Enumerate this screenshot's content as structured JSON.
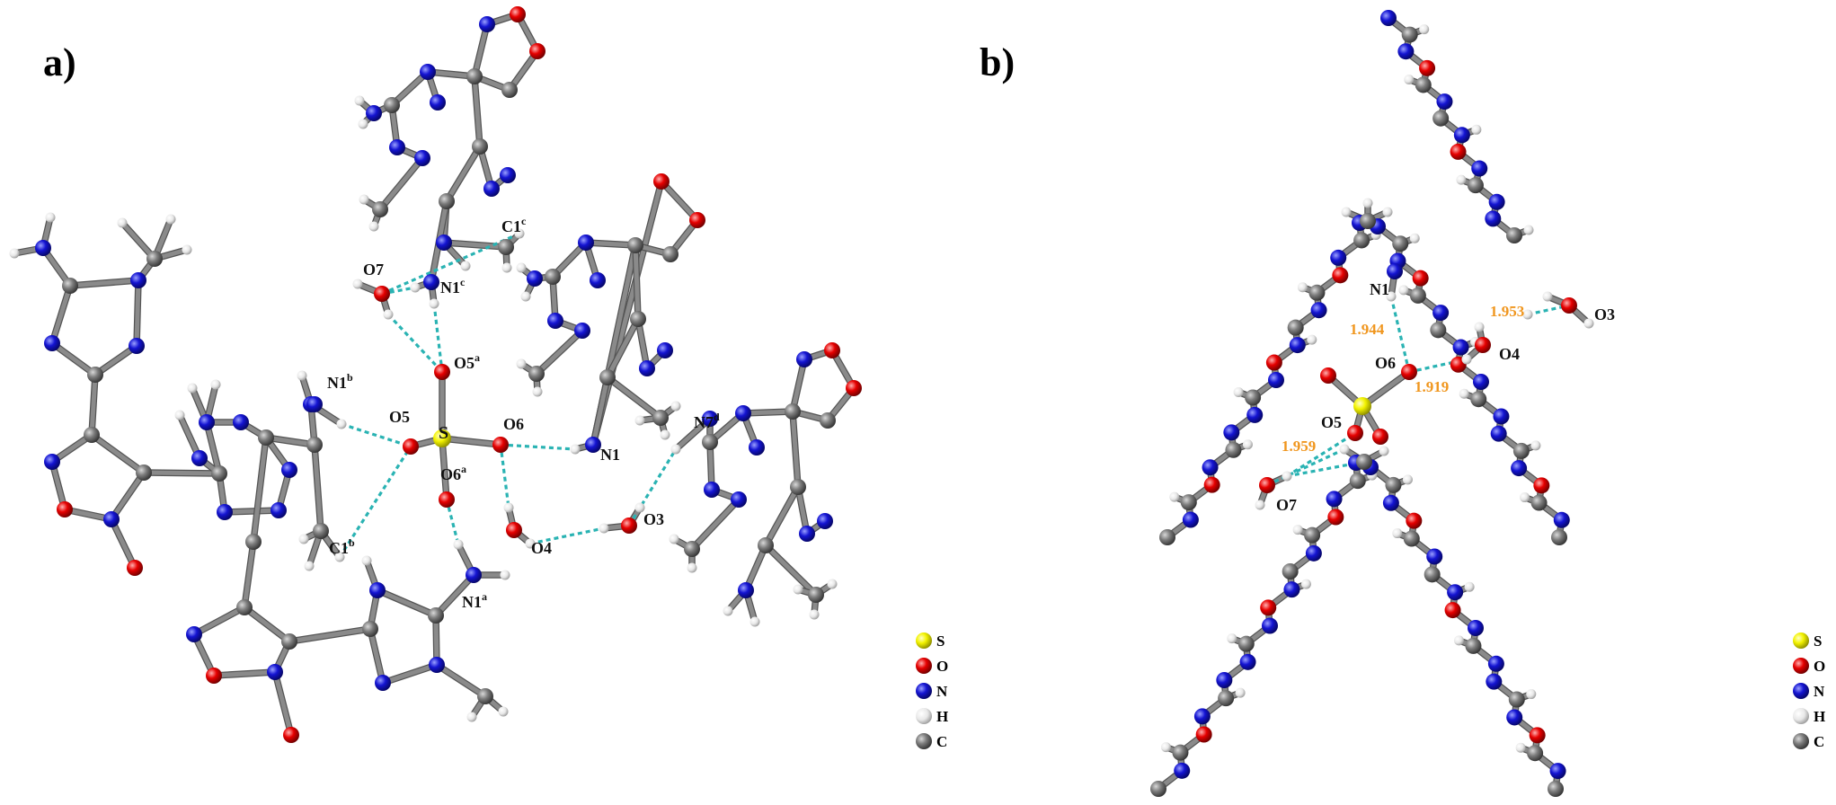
{
  "panels": {
    "a": {
      "label": "a)"
    },
    "b": {
      "label": "b)"
    }
  },
  "colors": {
    "S": "#f3f300",
    "O": "#e60000",
    "N": "#1414d2",
    "H": "#e8e8e8",
    "C": "#7d7d7d",
    "bond": "#8a8a8a",
    "hbond": "#2ab3b3",
    "distance": "#f0961e"
  },
  "legend": {
    "entries": [
      {
        "element": "S",
        "label": "S"
      },
      {
        "element": "O",
        "label": "O"
      },
      {
        "element": "N",
        "label": "N"
      },
      {
        "element": "H",
        "label": "H"
      },
      {
        "element": "C",
        "label": "C"
      }
    ]
  },
  "labels_a": {
    "O7": {
      "base": "O7",
      "sup": ""
    },
    "N1c": {
      "base": "N1",
      "sup": "c"
    },
    "C1c": {
      "base": "C1",
      "sup": "c"
    },
    "O5a": {
      "base": "O5",
      "sup": "a"
    },
    "N1b": {
      "base": "N1",
      "sup": "b"
    },
    "O5": {
      "base": "O5",
      "sup": ""
    },
    "S": {
      "base": "S",
      "sup": ""
    },
    "O6": {
      "base": "O6",
      "sup": ""
    },
    "O6a": {
      "base": "O6",
      "sup": "a"
    },
    "N1": {
      "base": "N1",
      "sup": ""
    },
    "N7d": {
      "base": "N7",
      "sup": "d"
    },
    "C1b": {
      "base": "C1",
      "sup": "b"
    },
    "O4": {
      "base": "O4",
      "sup": ""
    },
    "O3": {
      "base": "O3",
      "sup": ""
    },
    "N1a": {
      "base": "N1",
      "sup": "a"
    }
  },
  "labels_b": {
    "N1": "N1",
    "O6": "O6",
    "O4": "O4",
    "O3": "O3",
    "O5": "O5",
    "O7": "O7"
  },
  "distances_b": {
    "d1944": "1.944",
    "d1953": "1.953",
    "d1919": "1.919",
    "d1959": "1.959"
  }
}
